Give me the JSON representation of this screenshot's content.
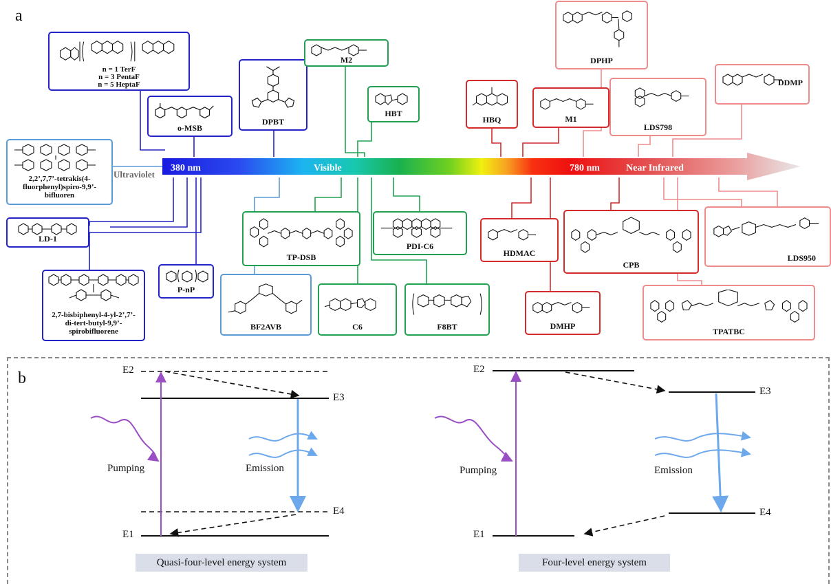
{
  "panel_a": {
    "letter": "a",
    "band": {
      "uv_label": "Ultraviolet",
      "start_label": "380 nm",
      "visible_label": "Visible",
      "end_label": "780 nm",
      "nir_label": "Near Infrared"
    },
    "molecules": {
      "terf": {
        "legend1": "n = 1  TerF",
        "legend2": "n = 3  PentaF",
        "legend3": "n = 5  HeptaF"
      },
      "omsb": "o-MSB",
      "dpbt": "DPBT",
      "tetrakis": "2,2’,7,7’-tetrakis(4-fluorphenyl)spiro-9,9’-bifluoren",
      "ld1": "LD-1",
      "spiro": "2,7-bisbiphenyl-4-yl-2’,7’-di-tert-butyl-9,9’-spirobifluorene",
      "pnp": "P-nP",
      "bf2avb": "BF2AVB",
      "m2": "M2",
      "hbt": "HBT",
      "tpdsb": "TP-DSB",
      "pdic6": "PDI-C6",
      "c6": "C6",
      "f8bt": "F8BT",
      "hbq": "HBQ",
      "m1": "M1",
      "hdmac": "HDMAC",
      "dmhp": "DMHP",
      "dphp": "DPHP",
      "lds798": "LDS798",
      "ddmp": "DDMP",
      "cpb": "CPB",
      "lds950": "LDS950",
      "tpatbc": "TPATBC"
    }
  },
  "panel_b": {
    "letter": "b",
    "quasi": {
      "E1": "E1",
      "E2": "E2",
      "E3": "E3",
      "E4": "E4",
      "pumping": "Pumping",
      "emission": "Emission",
      "caption": "Quasi-four-level energy system"
    },
    "four": {
      "E1": "E1",
      "E2": "E2",
      "E3": "E3",
      "E4": "E4",
      "pumping": "Pumping",
      "emission": "Emission",
      "caption": "Four-level energy system"
    }
  },
  "colors": {
    "uv": "#2323c8",
    "visible": "#22a052",
    "red": "#d42a2a",
    "pink": "#ee8c8c",
    "light_blue": "#5b9bd5",
    "pump": "#9b4fc4",
    "emission": "#6ea8ec",
    "caption_bg": "#d9dee8"
  }
}
